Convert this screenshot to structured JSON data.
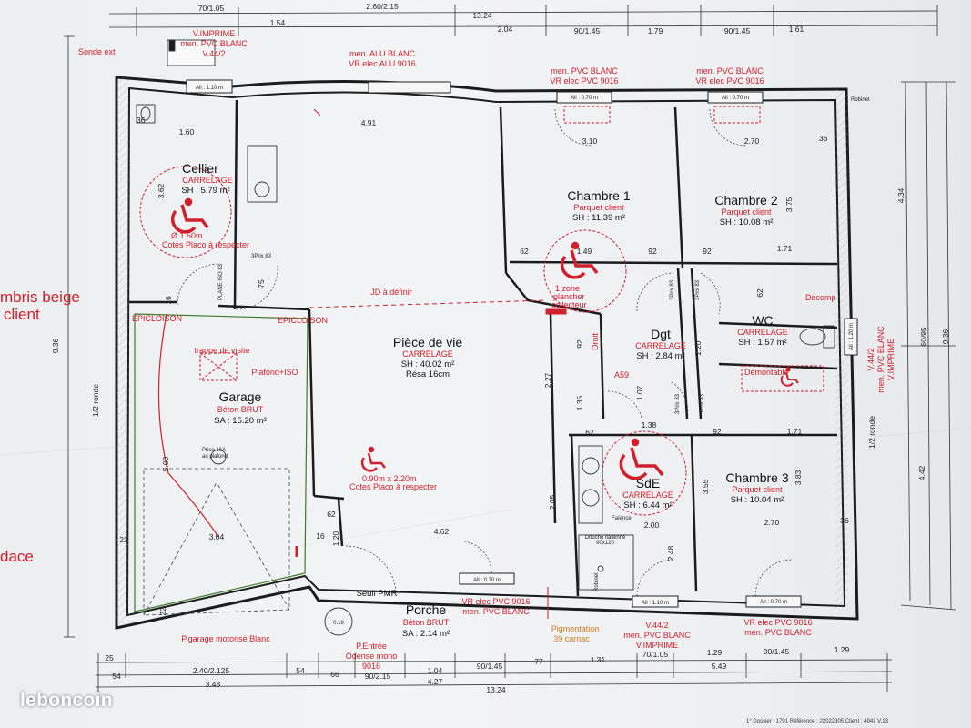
{
  "rooms": {
    "cellier": {
      "name": "Cellier",
      "floor": "CARRELAGE",
      "area": "SH : 5.79 m²"
    },
    "chambre1": {
      "name": "Chambre 1",
      "floor": "Parquet client",
      "area": "SH : 11.39 m²"
    },
    "chambre2": {
      "name": "Chambre 2",
      "floor": "Parquet client",
      "area": "SH : 10.08 m²"
    },
    "chambre3": {
      "name": "Chambre 3",
      "floor": "Parquet client",
      "area": "SH : 10.04 m²"
    },
    "piece_de_vie": {
      "name": "Pièce de vie",
      "floor": "CARRELAGE",
      "area": "SH : 40.02 m²",
      "extra": "Résa 16cm"
    },
    "garage": {
      "name": "Garage",
      "floor": "Béton BRUT",
      "area": "SA : 15.20 m²"
    },
    "dgt": {
      "name": "Dgt",
      "floor": "CARRELAGE",
      "area": "SH : 2.84 m²"
    },
    "wc": {
      "name": "WC",
      "floor": "CARRELAGE",
      "area": "SH : 1.57 m²"
    },
    "sdb": {
      "name": "SdE",
      "floor": "CARRELAGE",
      "area": "SH : 6.44 m²"
    },
    "porche": {
      "name": "Porche",
      "floor": "Béton BRUT",
      "area": "SA : 2.14 m²"
    }
  },
  "windows": {
    "top_left": [
      "V.IMPRIME",
      "men. PVC BLANC",
      "V.44/2"
    ],
    "top_center": [
      "men. ALU BLANC",
      "VR elec ALU 9016"
    ],
    "top_ch1": [
      "men. PVC BLANC",
      "VR elec PVC 9016"
    ],
    "top_ch2": [
      "men. PVC BLANC",
      "VR elec PVC 9016"
    ],
    "right_wc": [
      "V.44/2",
      "men. PVC BLANC",
      "V.IMPRIME"
    ],
    "bottom_porch": [
      "VR elec PVC 9016",
      "men. PVC BLANC"
    ],
    "bottom_sdb": [
      "V.44/2",
      "men. PVC BLANC",
      "V.IMPRIME"
    ],
    "bottom_ch3": [
      "VR elec PVC 9016",
      "men. PVC BLANC"
    ]
  },
  "allege": {
    "top_left": "All : 1.10 m",
    "top_ch1": "All : 0.70 m",
    "top_ch2": "All : 0.70 m",
    "right_wc": "All : 1.20 m",
    "bottom_porch": "All : 0.70 m",
    "bottom_sdb": "All : 1.10 m",
    "bottom_ch3": "All : 0.70 m"
  },
  "annotations": {
    "sonde": "Sonde ext",
    "robinet_top": "Robinet",
    "robinet_bottom": "Robinet",
    "jd": "JD à définir",
    "plancher": [
      "1 zone",
      "plancher",
      "collecteur"
    ],
    "trappe": "trappe de visite",
    "plafond": "Plafond+ISO",
    "epicloison_left": "EPICLOISON",
    "epicloison_right": "EPICLOISON",
    "prise": [
      "Prise 16A",
      "au plafond"
    ],
    "garage_door": "P.garage motorisé Blanc",
    "seuil": "Seuil PMR",
    "porte_entree": [
      "P.Entrée",
      "Odense mono",
      "9016"
    ],
    "pigmentation": [
      "Pigmentation",
      "39 carnac"
    ],
    "douche": [
      "Douche italienne",
      "90x120"
    ],
    "a59": "A59",
    "droit": "Droit",
    "decomp": "Décomp",
    "demontable": "Démontable",
    "cotes_placo": "Cotes Placo à respecter",
    "wc_circle": "Ø 1.50m",
    "pmr_dim": "0.90m x 2.20m",
    "plane": "PLANE ISO 83",
    "prix": "3Prix 83",
    "porte1": "3Prix 83",
    "porte2": "3Prix 83",
    "porte3": "3Prix 83",
    "porte4": "3Prix 83",
    "faience": "Faïence",
    "depart": "0.16",
    "pt_36a": "36",
    "pt_36b": "36"
  },
  "left_labels": {
    "a": "mbris beige",
    "b": "client",
    "c": "dace"
  },
  "top_dims": {
    "row1": [
      "70/1.05",
      "2.60/2.15",
      "13.24"
    ],
    "row2": [
      "1.54",
      "2.04",
      "90/1.45",
      "1.79",
      "90/1.45",
      "1.61"
    ]
  },
  "bottom_dims": {
    "row1": [
      "25",
      "2.40/2.125",
      "54",
      "66",
      "90/2.15",
      "1.04",
      "90/1.45",
      "77",
      "1.31",
      "70/1.05",
      "1.29",
      "90/1.45",
      "1.29"
    ],
    "row2": [
      "54",
      "3.48",
      "4.27",
      "5.49"
    ],
    "row3": [
      "13.24"
    ]
  },
  "side_dims": {
    "left": "9.36",
    "left_ronde": "1/2 ronde",
    "right_ronde": "1/2 ronde",
    "right_a": "4.34",
    "right_b": "9.36",
    "right_c": "4.42",
    "right_d": "60/95"
  },
  "inner_dims": {
    "d_491": "4.91",
    "d_160": "1.60",
    "d_362": "3.62",
    "d_310": "3.10",
    "d_270a": "2.70",
    "d_375": "3.75",
    "d_149": "1.49",
    "d_62a": "62",
    "d_92a": "92",
    "d_92b": "92",
    "d_171a": "1.71",
    "d_75": "75",
    "d_16": "16",
    "d_92c": "92",
    "d_62b": "62",
    "d_227": "2.27",
    "d_135": "1.35",
    "d_120a": "1.20",
    "d_107": "1.07",
    "d_138": "1.38",
    "d_92d": "92",
    "d_171b": "1.71",
    "d_62c": "62",
    "d_205": "2.05",
    "d_355": "3.55",
    "d_383": "3.83",
    "d_200": "2.00",
    "d_270b": "2.70",
    "d_462": "4.62",
    "d_304": "3.04",
    "d_500": "5.00",
    "d_22a": "22",
    "d_22b": "22",
    "d_62d": "62",
    "d_120b": "1.20",
    "d_16b": "16",
    "d_248": "2.48",
    "d_36": "36"
  },
  "branding": {
    "logo": "leboncoin"
  },
  "footer": "1° Dossier : 1791 Référence : 22022305        Client : 4941 V.13",
  "colors": {
    "wall": "#1c1c1c",
    "red": "#d0202c",
    "green": "#3f7a2a",
    "paper": "#f0f1f3"
  }
}
